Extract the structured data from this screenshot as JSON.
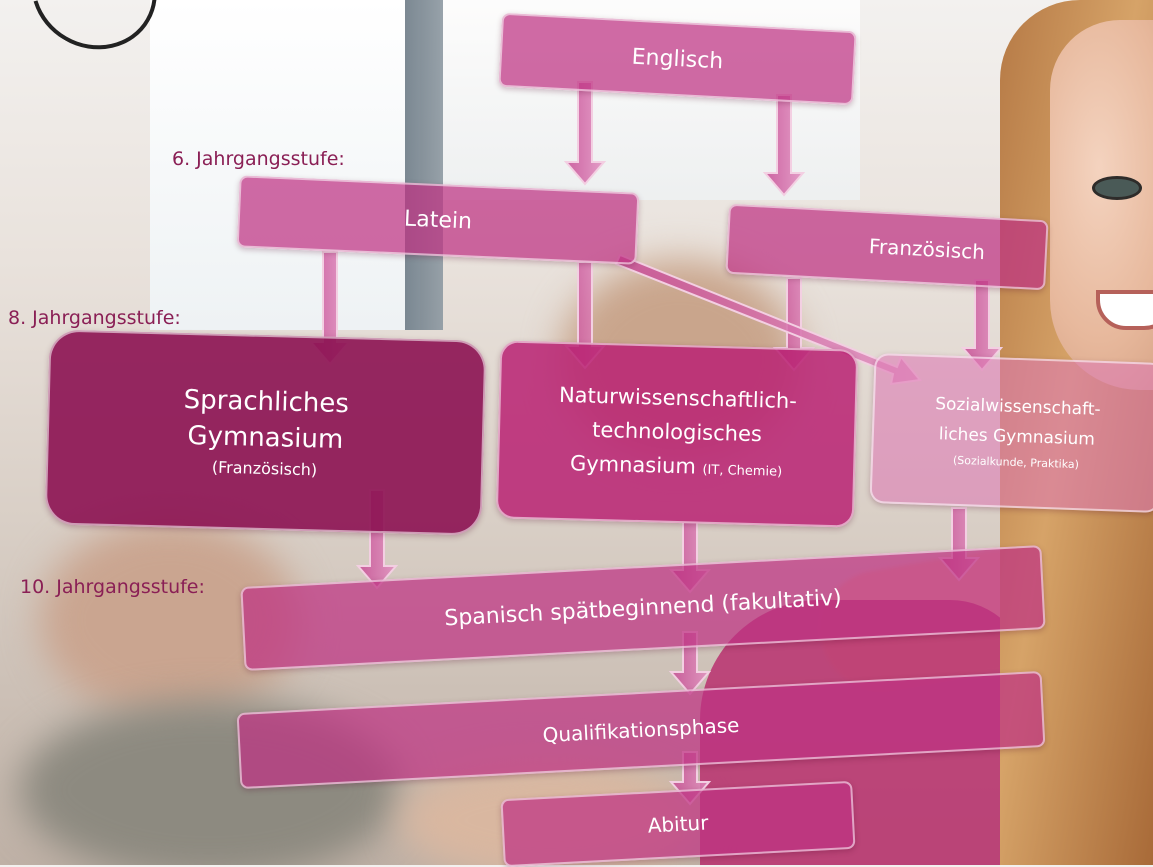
{
  "grade_labels": {
    "grade6": "6. Jahrgangsstufe:",
    "grade8": "8. Jahrgangsstufe:",
    "grade10": "10. Jahrgangsstufe:"
  },
  "boxes": {
    "englisch": "Englisch",
    "latein": "Latein",
    "franzoesisch": "Französisch",
    "sprachlich": {
      "line1": "Sprachliches",
      "line2": "Gymnasium",
      "note": "(Französisch)"
    },
    "naturwiss": {
      "line1": "Naturwissenschaftlich-",
      "line2": "technologisches",
      "line3": "Gymnasium",
      "note": "(IT, Chemie)"
    },
    "sozialwiss": {
      "line1": "Sozialwissenschaft-",
      "line2": "liches Gymnasium",
      "note": "(Sozialkunde, Praktika)"
    },
    "spanisch": "Spanisch spätbeginnend (fakultativ)",
    "qualifikation": "Qualifikationsphase",
    "abitur": "Abitur"
  },
  "colors": {
    "box_fill": "#be3282",
    "box_dark": "#8c1252",
    "label_text": "#8a1f55"
  }
}
